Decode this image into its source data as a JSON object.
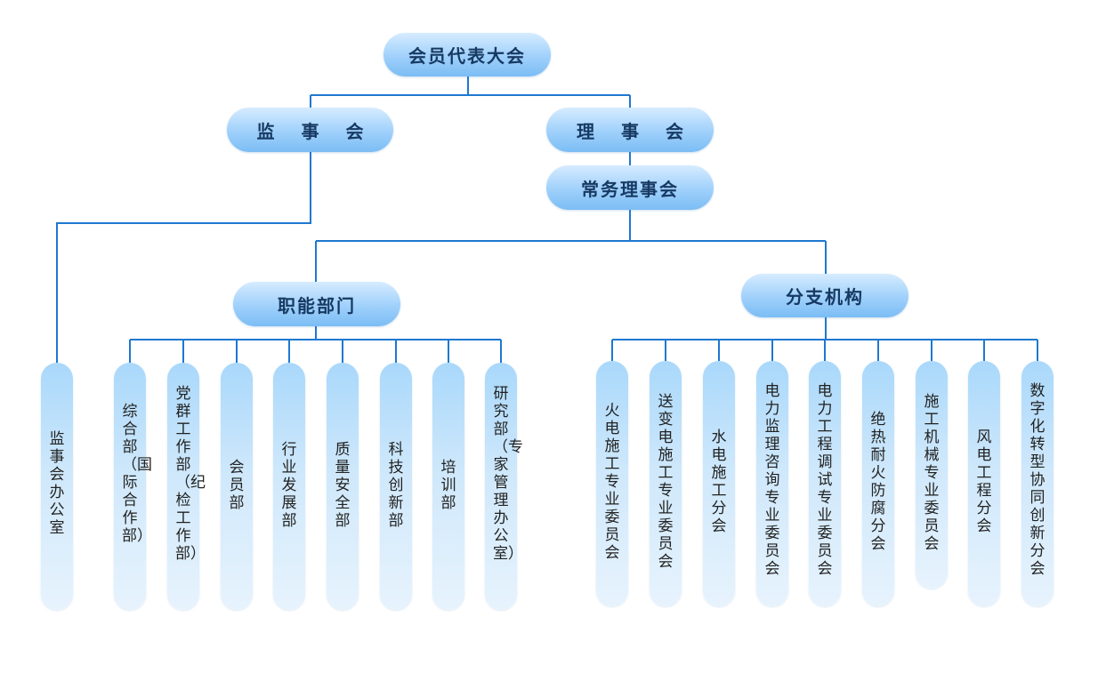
{
  "top": {
    "assembly": "会员代表大会"
  },
  "level2": {
    "supervisory": [
      "监",
      "事",
      "会"
    ],
    "council": [
      "理",
      "事",
      "会"
    ]
  },
  "level3": {
    "standing": "常务理事会"
  },
  "level4": {
    "functional": "职能部门",
    "branches": "分支机构"
  },
  "supervisory_office": "监事会办公室",
  "functional_departments": [
    "综合部（国际合作部）",
    "党群工作部（纪检工作部）",
    "会员部",
    "行业发展部",
    "质量安全部",
    "科技创新部",
    "培训部",
    "研究部（专家管理办公室）"
  ],
  "branch_organizations": [
    "火电施工专业委员会",
    "送变电施工专业委员会",
    "水电施工分会",
    "电力监理咨询专业委员会",
    "电力工程调试专业委员会",
    "绝热耐火防腐分会",
    "施工机械专业委员会",
    "风电工程分会",
    "数字化转型协同创新分会"
  ],
  "colors": {
    "line": "#1f78d1",
    "node_dark": "#7bbdf4",
    "node_light": "#d6ecff",
    "text_dark": "#173a63"
  }
}
